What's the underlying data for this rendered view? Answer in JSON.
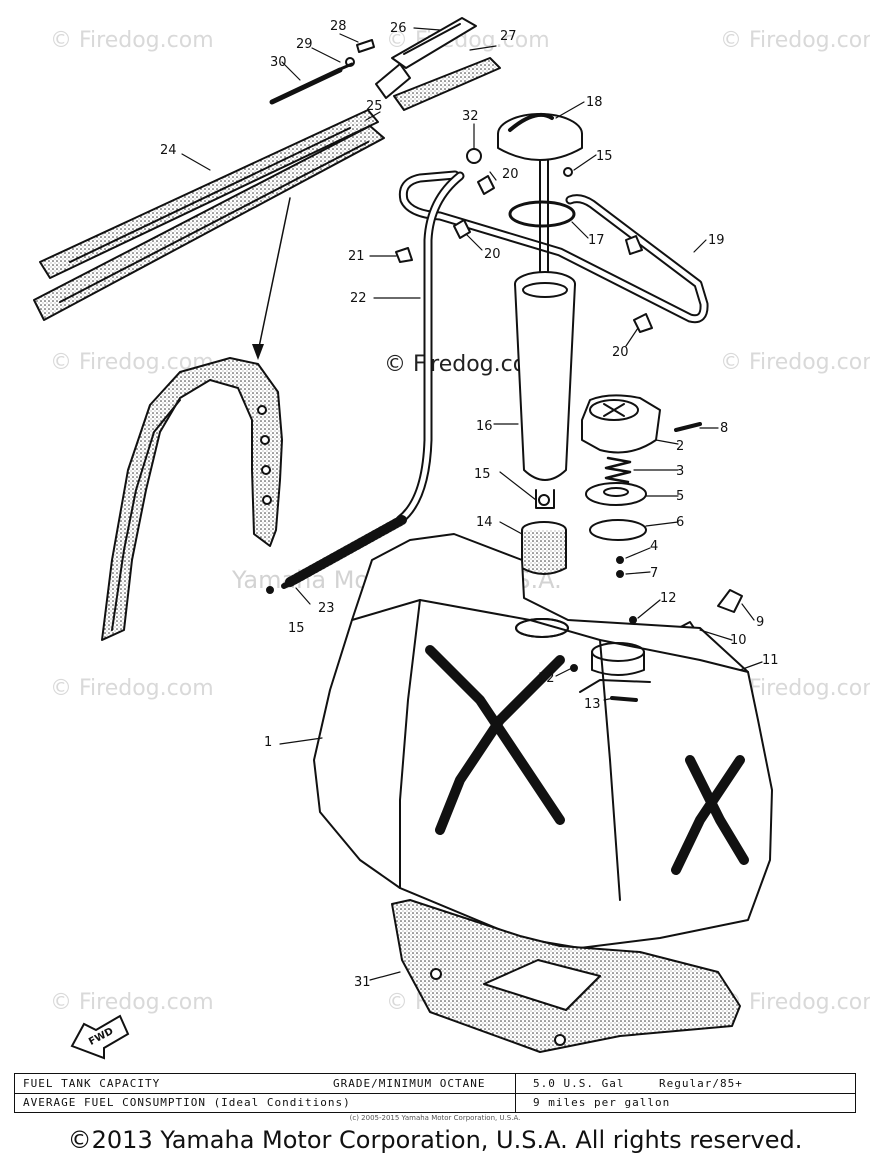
{
  "watermarks": {
    "text": "© Firedog.com",
    "center_text": "© Firedog.com",
    "mid_text": "Yamaha Motor Corp., U.S.A."
  },
  "callouts": [
    "1",
    "2",
    "3",
    "4",
    "5",
    "6",
    "7",
    "8",
    "9",
    "10",
    "11",
    "12",
    "12",
    "13",
    "14",
    "15",
    "15",
    "15",
    "16",
    "17",
    "18",
    "19",
    "20",
    "20",
    "20",
    "21",
    "22",
    "23",
    "24",
    "25",
    "26",
    "27",
    "28",
    "29",
    "30",
    "31",
    "32"
  ],
  "fwd_label": "FWD",
  "spec_table": {
    "row1_left": "FUEL TANK CAPACITY",
    "row1_mid": "GRADE/MINIMUM OCTANE",
    "row1_value": "5.0 U.S. Gal",
    "row1_grade": "Regular/85+",
    "row2_left": "AVERAGE FUEL CONSUMPTION (Ideal Conditions)",
    "row2_value": "9 miles per gallon"
  },
  "small_copyright": "(c) 2005-2015 Yamaha Motor Corporation, U.S.A.",
  "copyright": "©2013 Yamaha Motor Corporation, U.S.A. All rights reserved."
}
